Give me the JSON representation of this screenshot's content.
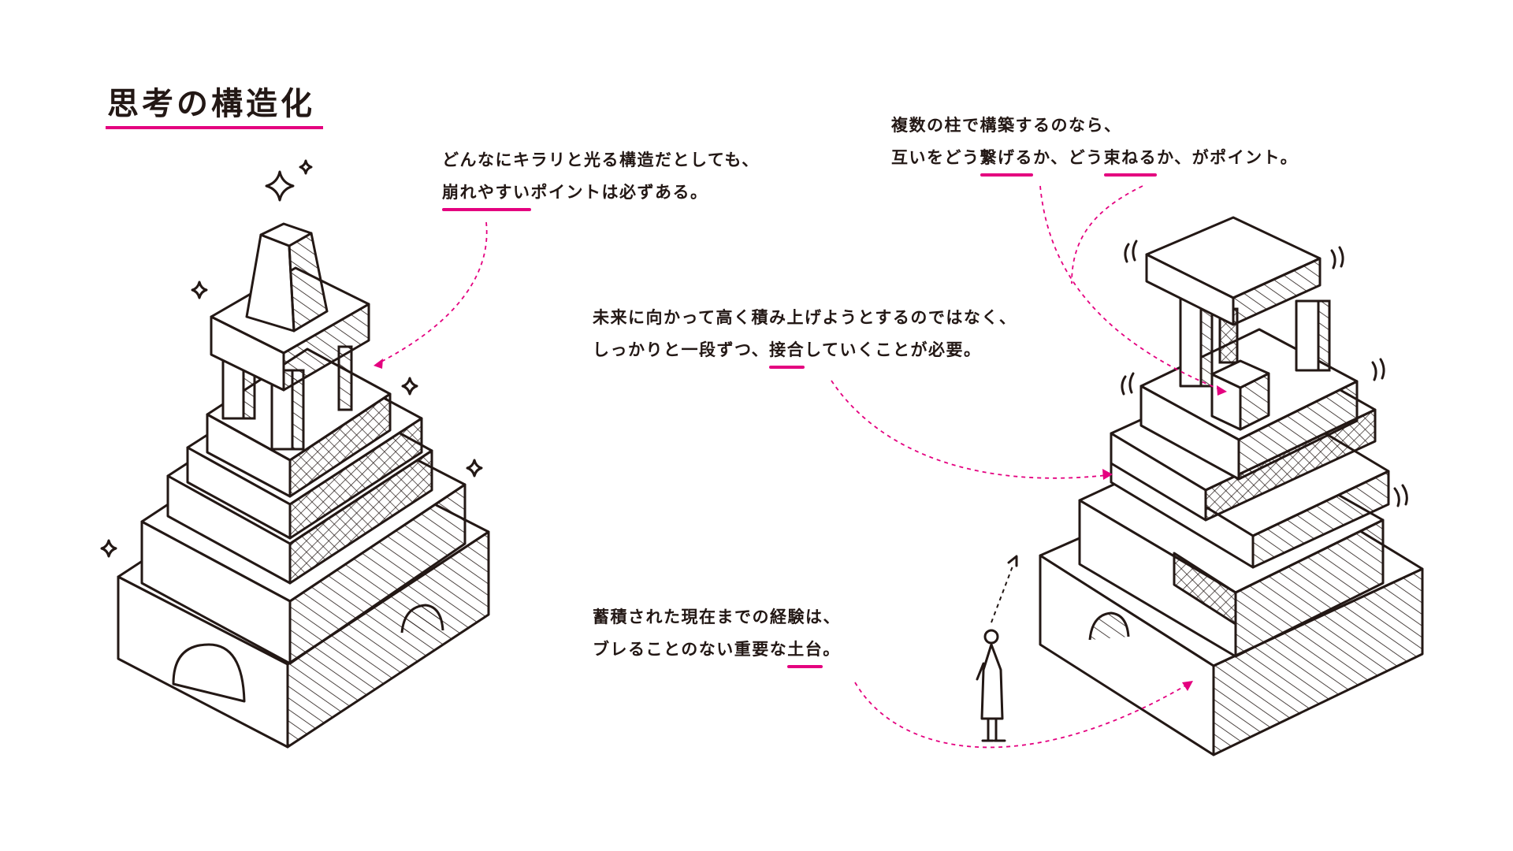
{
  "title": "思考の構造化",
  "captions": {
    "weak_points": {
      "line1": "どんなにキラリと光る構造だとしても、",
      "line2_highlight": "崩れやすい",
      "line2_rest": "ポイントは必ずある。"
    },
    "pillars": {
      "line1": "複数の柱で構築するのなら、",
      "line2_a": "互いをどう",
      "line2_highlight1": "繋げる",
      "line2_b": "か、どう",
      "line2_highlight2": "束ねる",
      "line2_c": "か、がポイント。"
    },
    "joining": {
      "line1": "未来に向かって高く積み上げようとするのではなく、",
      "line2_a": "しっかりと一段ずつ、",
      "line2_highlight": "接合",
      "line2_b": "していくことが必要。"
    },
    "foundation": {
      "line1": "蓄積された現在までの経験は、",
      "line2_a": "ブレることのない重要な",
      "line2_highlight": "土台",
      "line2_b": "。"
    }
  },
  "colors": {
    "accent": "#e4007f",
    "ink": "#231815"
  }
}
